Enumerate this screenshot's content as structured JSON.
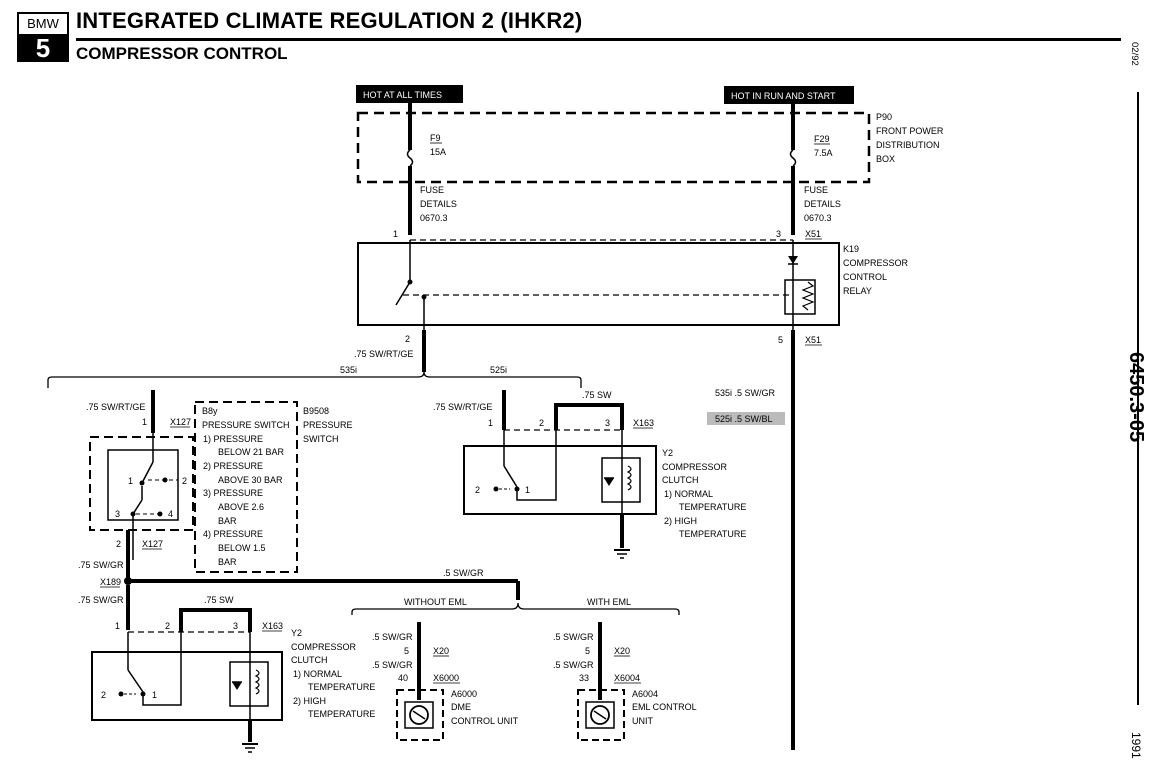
{
  "header": {
    "logo_top": "BMW",
    "logo_bottom": "5",
    "title": "INTEGRATED CLIMATE REGULATION 2 (IHKR2)",
    "subtitle": "COMPRESSOR CONTROL"
  },
  "margin": {
    "date": "02/92",
    "doc_number": "6450.3-05",
    "year": "1991"
  },
  "power": {
    "hot_always": "HOT AT ALL TIMES",
    "hot_run_start": "HOT IN RUN AND START",
    "fuse_left_name": "F9",
    "fuse_left_rating": "15A",
    "fuse_right_name": "F29",
    "fuse_right_rating": "7.5A",
    "box_label": [
      "P90",
      "FRONT POWER",
      "DISTRIBUTION",
      "BOX"
    ],
    "fuse_details_left": [
      "FUSE",
      "DETAILS",
      "0670.3"
    ],
    "fuse_details_right": [
      "FUSE",
      "DETAILS",
      "0670.3"
    ]
  },
  "relay": {
    "label": [
      "K19",
      "COMPRESSOR",
      "CONTROL",
      "RELAY"
    ],
    "pin1": "1",
    "pin3": "3",
    "pin2": "2",
    "pin5": "5",
    "conn_top": "X51",
    "conn_bottom": "X51",
    "wire_out": ".75 SW/RT/GE"
  },
  "branches": {
    "left": "535i",
    "right": "525i",
    "legend_535": "535i  .5 SW/GR",
    "legend_525": "525i  .5 SW/BL"
  },
  "pressure_switch": {
    "wire_in": ".75 SW/RT/GE",
    "pin_top": "1",
    "conn_top": "X127",
    "label_b8y": [
      "B8y",
      "PRESSURE SWITCH"
    ],
    "label_b9508": [
      "B9508",
      "PRESSURE",
      "SWITCH"
    ],
    "items": [
      "1)  PRESSURE",
      "BELOW 21 BAR",
      "2)  PRESSURE",
      "ABOVE 30 BAR",
      "3)  PRESSURE",
      "ABOVE 2.6",
      "BAR",
      "4)  PRESSURE",
      "BELOW 1.5",
      "BAR"
    ],
    "contacts": [
      "1",
      "2",
      "3",
      "4"
    ],
    "pin_bottom": "2",
    "conn_bottom": "X127",
    "wire_out": ".75 SW/GR",
    "splice": "X189",
    "splice_wire": ".5 SW/GR",
    "wire_down": ".75 SW/GR"
  },
  "clutch_upper": {
    "wire_in": ".75 SW/RT/GE",
    "bridge_wire": ".75 SW",
    "pins": [
      "1",
      "2",
      "3"
    ],
    "conn": "X163",
    "contacts": [
      "2",
      "1"
    ],
    "label": [
      "Y2",
      "COMPRESSOR",
      "CLUTCH"
    ],
    "items": [
      "1)  NORMAL",
      "TEMPERATURE",
      "2)  HIGH",
      "TEMPERATURE"
    ]
  },
  "clutch_lower": {
    "bridge_wire": ".75 SW",
    "pins": [
      "1",
      "2",
      "3"
    ],
    "conn": "X163",
    "contacts": [
      "2",
      "1"
    ],
    "label": [
      "Y2",
      "COMPRESSOR",
      "CLUTCH"
    ],
    "items": [
      "1)  NORMAL",
      "TEMPERATURE",
      "2)  HIGH",
      "TEMPERATURE"
    ]
  },
  "eml": {
    "without": "WITHOUT EML",
    "with": "WITH EML",
    "left": {
      "wire1": ".5 SW/GR",
      "pin1": "5",
      "conn1": "X20",
      "wire2": ".5 SW/GR",
      "pin2": "40",
      "conn2": "X6000",
      "label": [
        "A6000",
        "DME",
        "CONTROL UNIT"
      ]
    },
    "right": {
      "wire1": ".5 SW/GR",
      "pin1": "5",
      "conn1": "X20",
      "wire2": ".5 SW/GR",
      "pin2": "33",
      "conn2": "X6004",
      "label": [
        "A6004",
        "EML CONTROL",
        "UNIT"
      ]
    }
  }
}
